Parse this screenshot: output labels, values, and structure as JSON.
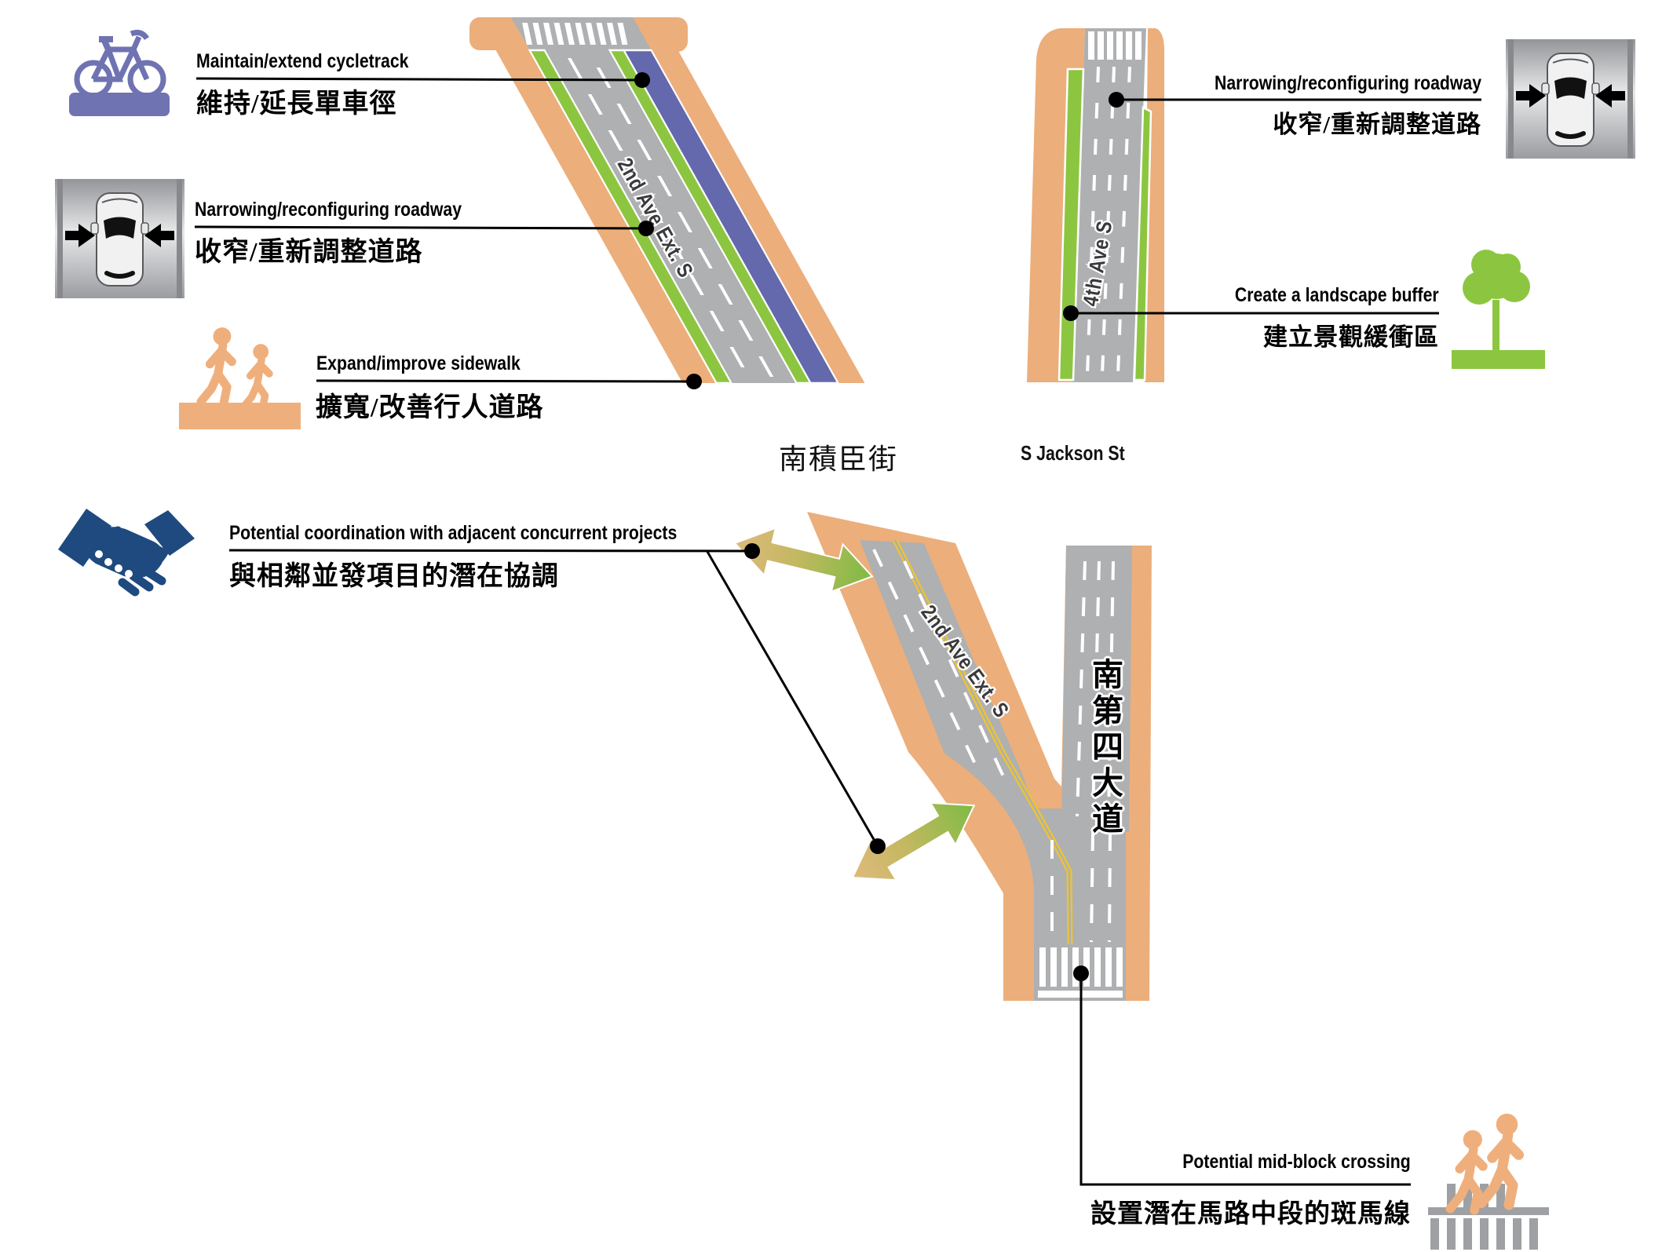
{
  "callouts": {
    "cycletrack": {
      "en": "Maintain/extend cycletrack",
      "zh": "維持/延長單車徑"
    },
    "narrowing_left": {
      "en": "Narrowing/reconfiguring roadway",
      "zh": "收窄/重新調整道路"
    },
    "sidewalk": {
      "en": "Expand/improve sidewalk",
      "zh": "擴寬/改善行人道路"
    },
    "coordination": {
      "en": "Potential coordination with adjacent concurrent projects",
      "zh": "與相鄰並發項目的潛在協調"
    },
    "narrowing_right": {
      "en": "Narrowing/reconfiguring roadway",
      "zh": "收窄/重新調整道路"
    },
    "landscape": {
      "en": "Create a landscape buffer",
      "zh": "建立景觀緩衝區"
    },
    "midblock": {
      "en": "Potential mid-block crossing",
      "zh": "設置潛在馬路中段的斑馬線"
    }
  },
  "roads": {
    "second_ave_top": "2nd Ave Ext. S",
    "second_ave_branch": "2nd Ave Ext. S",
    "fourth_ave_en": "4th Ave S",
    "fourth_ave_zh": "南第四大道",
    "jackson_zh": "南積臣街",
    "jackson_en": "S Jackson St"
  },
  "icons": {
    "bicycle": "bicycle-on-cycletrack",
    "car_left": "car-narrowing-arrows",
    "pedestrians": "pedestrians-on-sidewalk",
    "handshake": "handshake-coordination",
    "car_right": "car-narrowing-arrows",
    "tree": "landscape-buffer-tree",
    "crossing": "pedestrians-on-crosswalk"
  },
  "colors": {
    "sidewalk_orange": "#ECAE7B",
    "planting_green": "#8CC640",
    "cycletrack_purple": "#6468AC",
    "bike_icon_purple": "#6F73B2",
    "roadway_gray": "#AEB0B2",
    "handshake_navy": "#1E4A7F",
    "centerline_yellow": "#EFC42E",
    "arrow_tan": "#DFBA7D",
    "arrow_green": "#7EBB44",
    "crosswalk_icon_gray": "#9EA0A3",
    "leader_black": "#000000"
  }
}
